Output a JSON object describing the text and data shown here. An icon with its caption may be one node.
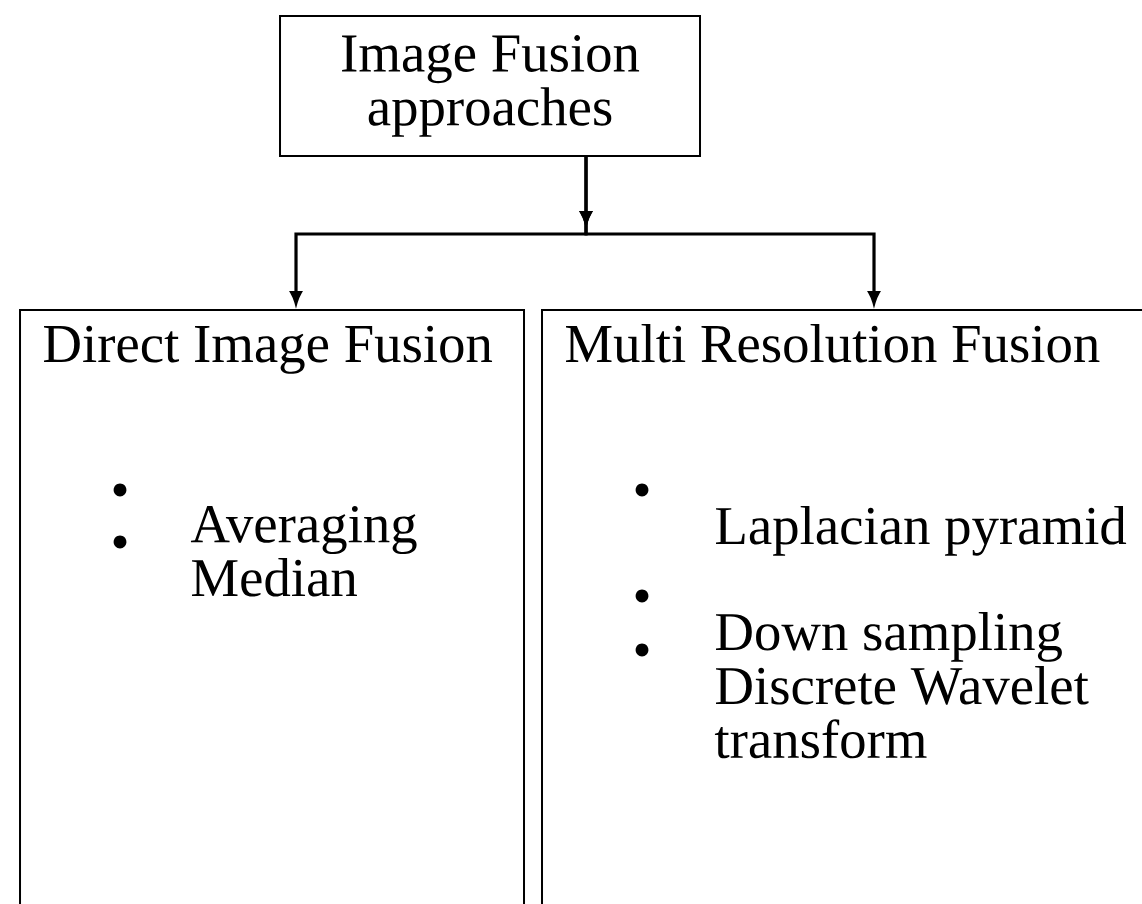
{
  "diagram": {
    "nodes": [
      {
        "text": [
          "Image Fusion approaches"
        ]
      },
      {
        "text": [
          "Direct Image Fusion",
          "Averaging",
          "Median"
        ]
      },
      {
        "text": [
          "Multi Resolution Fusion",
          "Laplacian pyramid",
          "Down sampling",
          "Discrete Wavelet transform"
        ]
      }
    ],
    "edges": [
      {
        "from": 0,
        "to": 1,
        "arrow": "to"
      },
      {
        "from": 0,
        "to": 2,
        "arrow": "to"
      }
    ]
  }
}
